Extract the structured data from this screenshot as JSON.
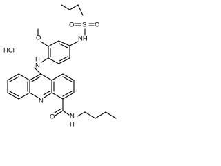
{
  "molecule": {
    "salt": "HCl",
    "atoms": {
      "methoxy_oxygen": "O",
      "sulfonamide_nh": "NH",
      "sulfonyl_sulfur": "S",
      "sulfonyl_oxygen_1": "O",
      "sulfonyl_oxygen_2": "O",
      "amine_nh_h": "H",
      "amine_nh_n": "N",
      "acridine_nitrogen": "N",
      "carbonyl_oxygen": "O",
      "amide_n": "N",
      "amide_h": "H"
    }
  },
  "colors": {
    "bond": "#000000",
    "background": "#ffffff"
  }
}
